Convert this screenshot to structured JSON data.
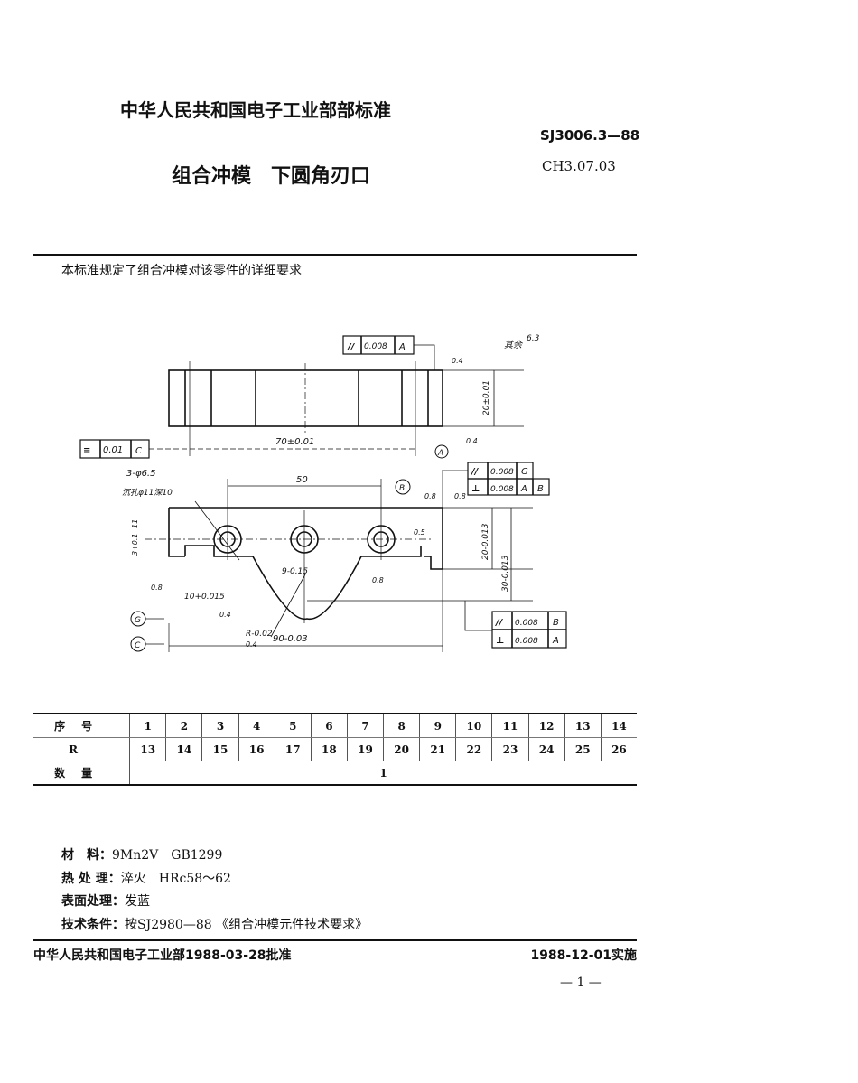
{
  "header": {
    "org_standard": "中华人民共和国电子工业部部标准",
    "standard_no": "SJ3006.3—88",
    "title": "组合冲模　下圆角刃口",
    "classification": "CH3.07.03"
  },
  "intro": "本标准规定了组合冲模对该零件的详细要求",
  "drawing": {
    "roughness_other": "其余",
    "roughness_other_value": "6.3",
    "top_view": {
      "parallel_frame": [
        "//",
        "0.008",
        "A"
      ],
      "symmetry_frame": [
        "0.01",
        "C"
      ],
      "dim_length": "70±0.01",
      "dim_height": "20±0.01",
      "roughness": [
        "0.4",
        "0.4"
      ],
      "datum_a": "A"
    },
    "front_view": {
      "hole_note_1": "3-φ6.5",
      "hole_note_2": "沉孔φ11深10",
      "dim_pitch": "50",
      "datum_b": "B",
      "datum_g": "G",
      "datum_c": "C",
      "frame_top": [
        [
          "//",
          "0.008",
          "G"
        ],
        [
          "⊥",
          "0.008",
          "A",
          "B"
        ]
      ],
      "frame_bottom": [
        [
          "//",
          "0.008",
          "B"
        ],
        [
          "⊥",
          "0.008",
          "A"
        ]
      ],
      "dim_width": "90-0.03",
      "dim_h20": "20-0.013",
      "dim_h30": "30-0.013",
      "dim_10": "10+0.015",
      "dim_3": "3+0.1",
      "dim_11": "11",
      "dim_9": "9-0.15",
      "dim_r": "R-0.02",
      "dim_05": "0.5",
      "roughness": [
        "0.8",
        "0.8",
        "0.8",
        "0.8",
        "0.4",
        "0.4"
      ]
    }
  },
  "table": {
    "row_labels": [
      "序号",
      "R",
      "数量"
    ],
    "seq": [
      "1",
      "2",
      "3",
      "4",
      "5",
      "6",
      "7",
      "8",
      "9",
      "10",
      "11",
      "12",
      "13",
      "14"
    ],
    "r": [
      "13",
      "14",
      "15",
      "16",
      "17",
      "18",
      "19",
      "20",
      "21",
      "22",
      "23",
      "24",
      "25",
      "26"
    ],
    "qty": "1"
  },
  "specs": [
    {
      "label": "材　料：",
      "value": "9Mn2V　GB1299"
    },
    {
      "label": "热 处 理：",
      "value": "淬火　HRc58～62"
    },
    {
      "label": "表面处理：",
      "value": "发蓝"
    },
    {
      "label": "技术条件：",
      "value": "按SJ2980—88 《组合冲模元件技术要求》"
    }
  ],
  "footer": {
    "approved": "中华人民共和国电子工业部1988-03-28批准",
    "effective": "1988-12-01实施",
    "page": "— 1 —"
  }
}
